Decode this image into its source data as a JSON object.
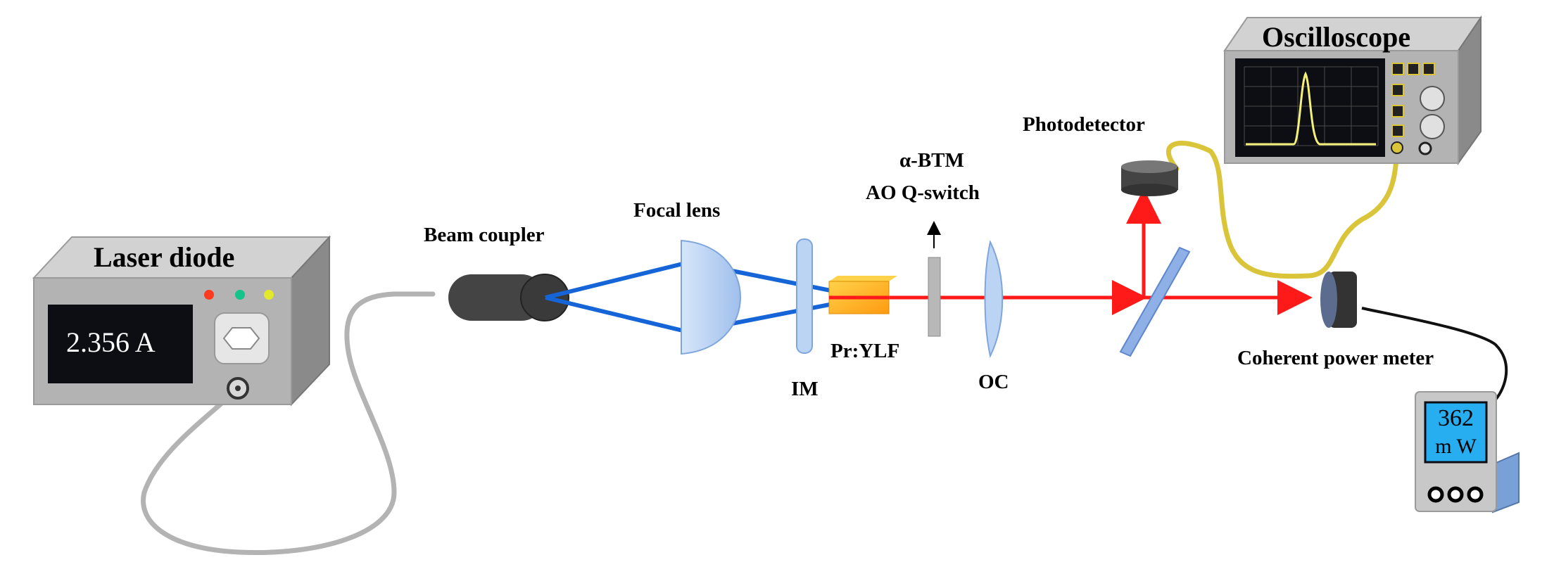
{
  "labels": {
    "laser_diode": "Laser diode",
    "current_readout": "2.356 A",
    "beam_coupler": "Beam coupler",
    "focal_lens": "Focal lens",
    "im": "IM",
    "crystal": "Pr:YLF",
    "q_switch_line1": "α-BTM",
    "q_switch_line2": "AO Q-switch",
    "oc": "OC",
    "photodetector": "Photodetector",
    "oscilloscope": "Oscilloscope",
    "power_meter": "Coherent power meter",
    "meter_value": "362",
    "meter_unit": "m W"
  },
  "colors": {
    "pump_beam": "#1565d8",
    "laser_beam": "#ff1a1a",
    "optics": "#bcd4f4",
    "crystal": "#ffb020",
    "signal_cable": "#d9c43a",
    "power_cable": "#b3b3b3",
    "meter_cable": "#111111",
    "box_face": "#b3b3b3",
    "box_top": "#d2d2d2",
    "box_side": "#8a8a8a",
    "screen": "#0d0d14",
    "meter_screen": "#26aef0",
    "trace": "#f4f07a"
  }
}
